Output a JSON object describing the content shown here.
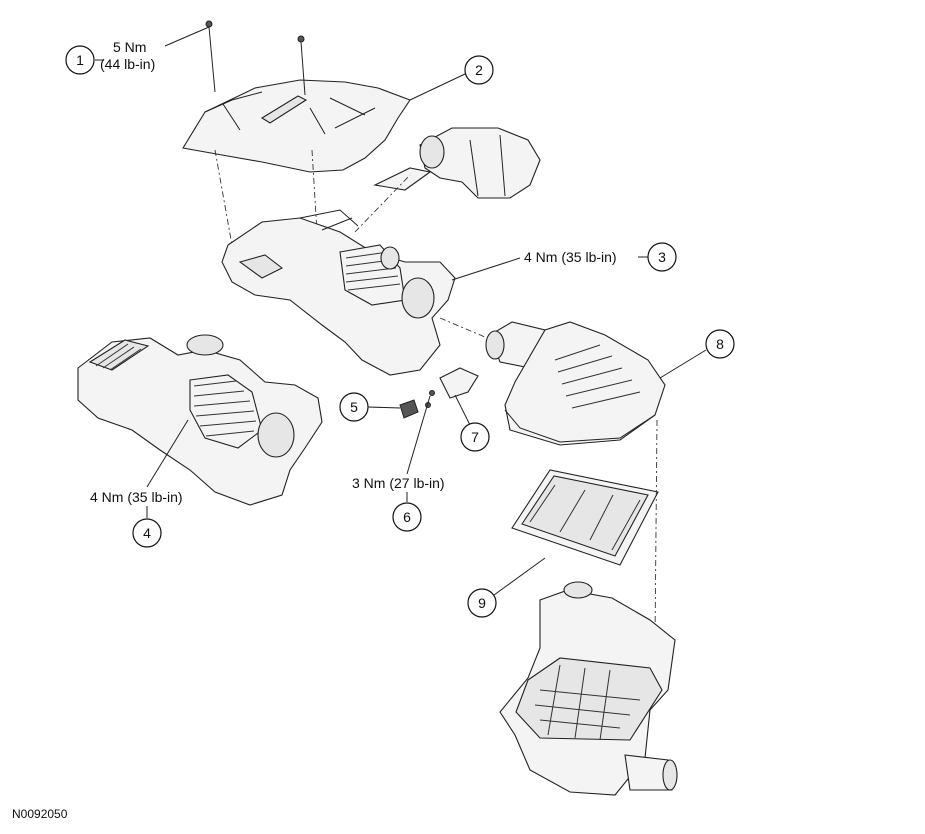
{
  "figure_code": "N0092050",
  "callouts": [
    {
      "id": "c1",
      "number": "1",
      "spec_line1": "5 Nm",
      "spec_line2": "(44 lb-in)"
    },
    {
      "id": "c2",
      "number": "2"
    },
    {
      "id": "c3",
      "number": "3",
      "spec": "4 Nm (35 lb-in)"
    },
    {
      "id": "c4",
      "number": "4",
      "spec": "4 Nm (35 lb-in)"
    },
    {
      "id": "c5",
      "number": "5"
    },
    {
      "id": "c6",
      "number": "6",
      "spec": "3 Nm (27 lb-in)"
    },
    {
      "id": "c7",
      "number": "7"
    },
    {
      "id": "c8",
      "number": "8"
    },
    {
      "id": "c9",
      "number": "9"
    }
  ]
}
